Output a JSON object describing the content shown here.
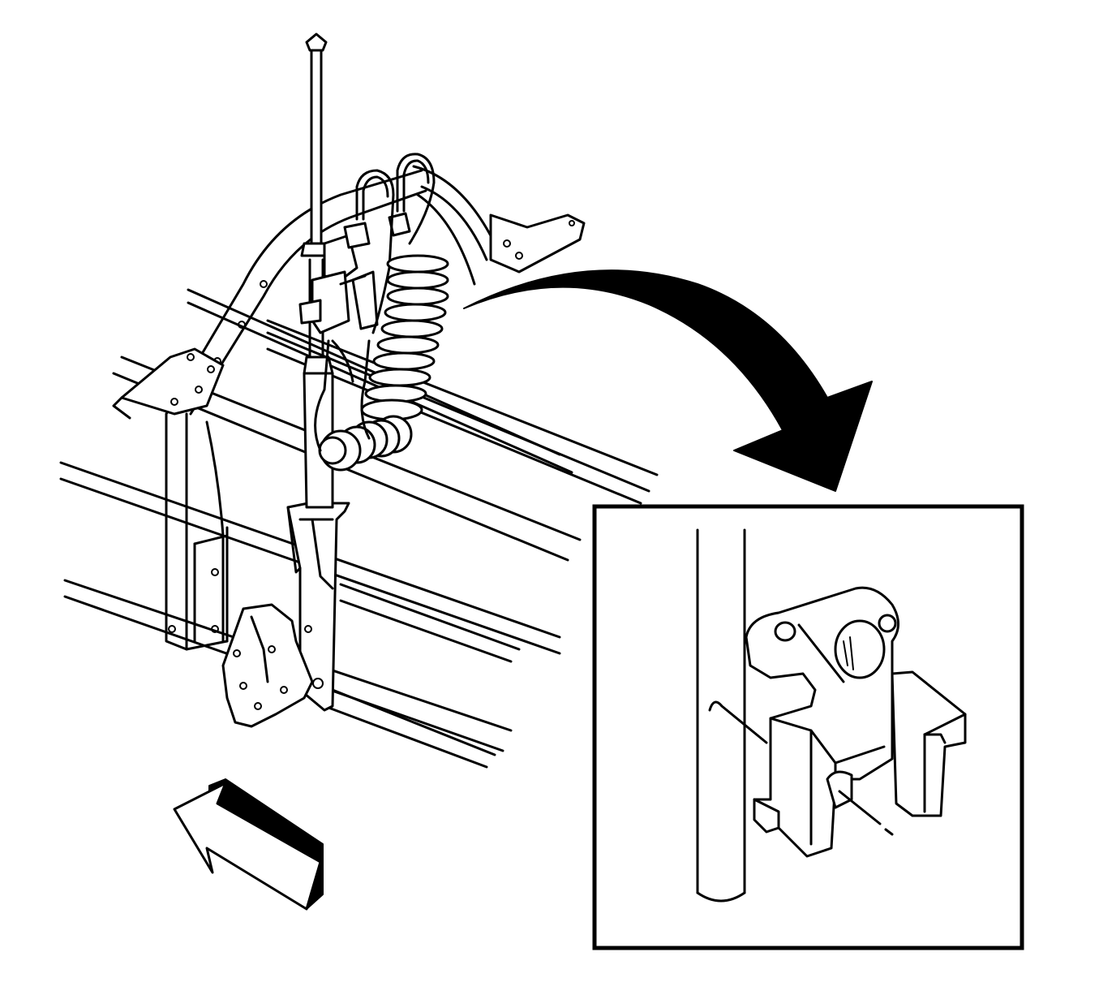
{
  "diagram": {
    "colors": {
      "ink": "#000000",
      "paper": "#ffffff"
    },
    "elements": [
      "frame-rails",
      "tailgate-post",
      "vertical-rod",
      "coiled-cable",
      "hinge-bracket",
      "curved-arrow-icon",
      "direction-arrow-icon",
      "detail-inset"
    ]
  }
}
